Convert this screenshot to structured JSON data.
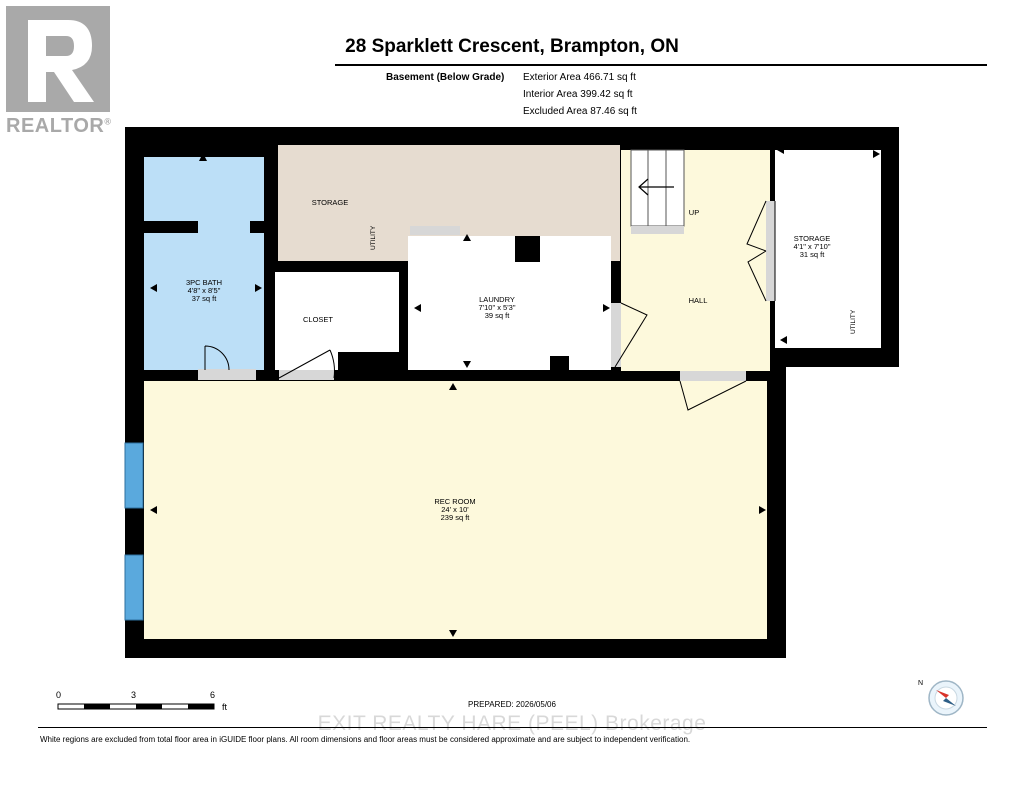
{
  "logo": {
    "text": "REALTOR",
    "mark": "®"
  },
  "title": "28 Sparklett Crescent, Brampton, ON",
  "floor": {
    "name": "Basement (Below Grade)",
    "exterior_area": "Exterior Area 466.71 sq ft",
    "interior_area": "Interior Area 399.42 sq ft",
    "excluded_area": "Excluded Area 87.46 sq ft"
  },
  "rooms": {
    "storage_main": {
      "name": "STORAGE"
    },
    "utility_main": {
      "name": "UTILITY"
    },
    "bath": {
      "name": "3PC BATH",
      "dims": "4'8\" x 8'5\"",
      "area": "37 sq ft"
    },
    "closet": {
      "name": "CLOSET"
    },
    "laundry": {
      "name": "LAUNDRY",
      "dims": "7'10\" x 5'3\"",
      "area": "39 sq ft"
    },
    "hall": {
      "name": "HALL",
      "stairs": "UP"
    },
    "storage_right": {
      "name": "STORAGE",
      "dims": "4'1\" x 7'10\"",
      "area": "31 sq ft"
    },
    "utility_right": {
      "name": "UTILITY"
    },
    "rec": {
      "name": "REC ROOM",
      "dims": "24' x 10'",
      "area": "239 sq ft"
    }
  },
  "scale": {
    "ticks": [
      "0",
      "3",
      "6"
    ],
    "unit": "ft"
  },
  "prepared": "PREPARED: 2026/05/06",
  "compass": {
    "label": "N"
  },
  "watermark": "EXIT REALTY HARE (PEEL) Brokerage",
  "footnote": "White regions are excluded from total floor area in iGUIDE floor plans. All room dimensions and floor areas must be considered approximate and are subject to independent verification.",
  "colors": {
    "bath": "#bcdff7",
    "storage": "#e6dcd0",
    "hall": "#fdf9dc",
    "rec": "#fdf9dc",
    "window": "#5aa9dd",
    "wall": "#000000"
  }
}
